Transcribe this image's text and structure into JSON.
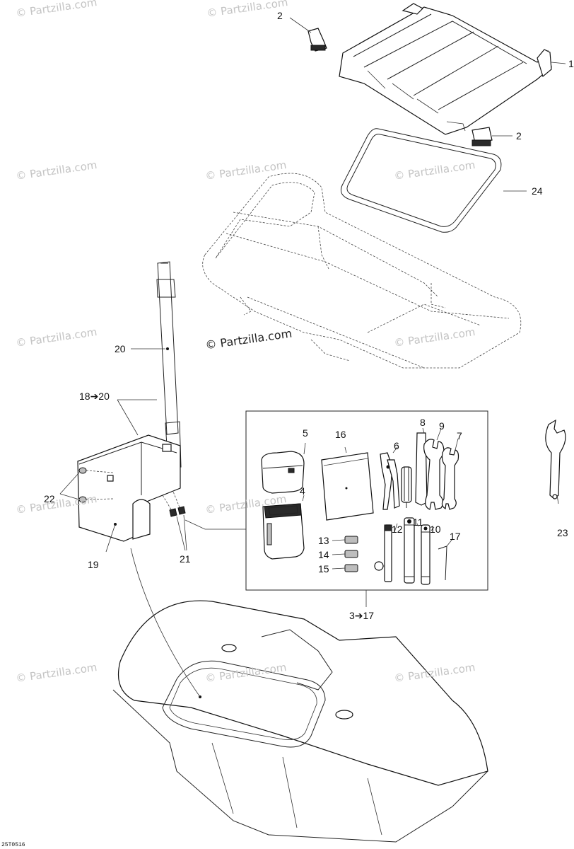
{
  "watermarks": {
    "small": "© Partzilla.com",
    "main": "© Partzilla.com"
  },
  "reference_code": "25T0516",
  "callouts": {
    "c1": "1",
    "c2a": "2",
    "c2b": "2",
    "c3_17": "3➔17",
    "c4": "4",
    "c5": "5",
    "c6": "6",
    "c7": "7",
    "c8": "8",
    "c9": "9",
    "c10": "10",
    "c11": "11",
    "c12": "12",
    "c13": "13",
    "c14": "14",
    "c15": "15",
    "c16": "16",
    "c17": "17",
    "c18_20": "18➔20",
    "c19": "19",
    "c20": "20",
    "c21": "21",
    "c22": "22",
    "c23": "23",
    "c24": "24"
  }
}
